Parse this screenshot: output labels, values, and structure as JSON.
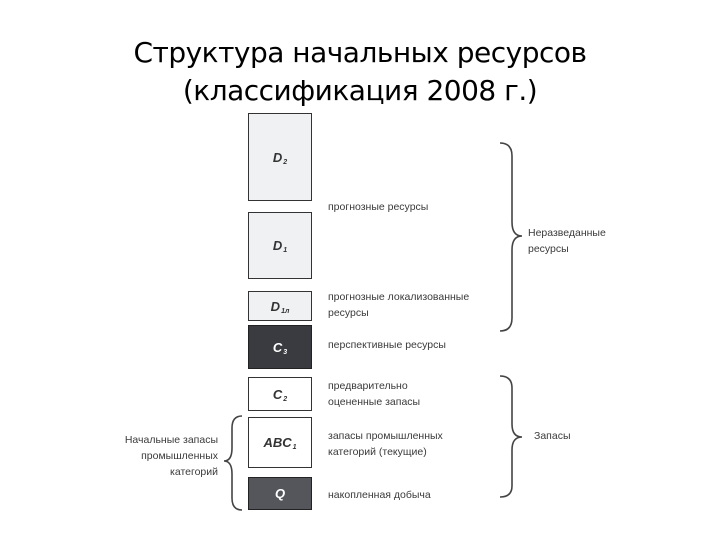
{
  "title": {
    "line1": "Структура начальных ресурсов",
    "line2": "(классификация 2008 г.)"
  },
  "boxes": [
    {
      "main": "D",
      "sub": "2"
    },
    {
      "main": "D",
      "sub": "1"
    },
    {
      "main": "D",
      "sub": "1л"
    },
    {
      "main": "C",
      "sub": "3"
    },
    {
      "main": "C",
      "sub": "2"
    },
    {
      "main": "ABC",
      "sub": "1"
    },
    {
      "main": "Q",
      "sub": ""
    }
  ],
  "labels": {
    "prognoznye": "прогнозные ресурсы",
    "lokalizovannye_1": "прогнозные локализованные",
    "lokalizovannye_2": "ресурсы",
    "perspektivnye": "перспективные ресурсы",
    "predvaritelno_1": "предварительно",
    "predvaritelno_2": "оцененные запасы",
    "promyshlennye_1": "запасы промышленных",
    "promyshlennye_2": "категорий (текущие)",
    "dobycha": "накопленная добыча"
  },
  "groups": {
    "nerazvedannye_1": "Неразведанные",
    "nerazvedannye_2": "ресурсы",
    "zapasy": "Запасы",
    "nachalnye_1": "Начальные запасы",
    "nachalnye_2": "промышленных",
    "nachalnye_3": "категорий"
  }
}
